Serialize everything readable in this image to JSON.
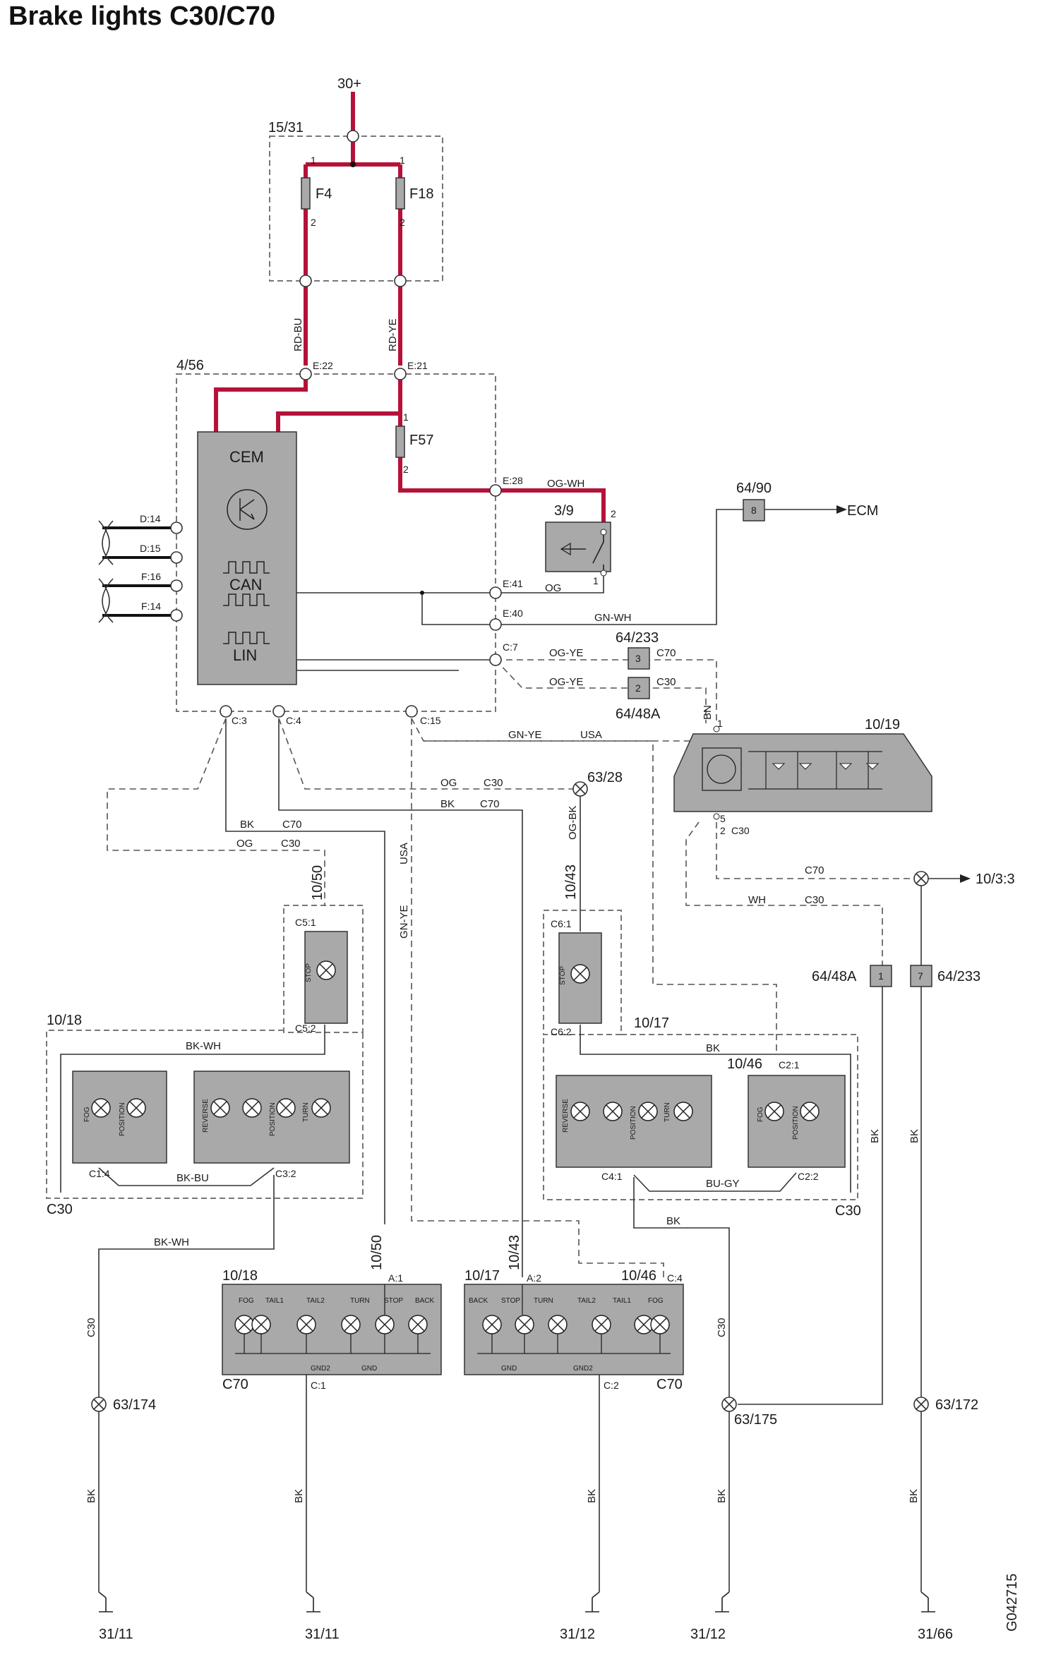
{
  "title": "Brake lights C30/C70",
  "drawing_number": "G042715",
  "supply": "30+",
  "components": {
    "fuse_box": {
      "ref": "15/31",
      "fuses": [
        "F4",
        "F18"
      ],
      "pins_top": [
        "1",
        "1"
      ],
      "pins_bottom": [
        "2",
        "2"
      ]
    },
    "cem": {
      "ref": "4/56",
      "name": "CEM",
      "can_label": "CAN",
      "lin_label": "LIN",
      "connectors": {
        "e22": "E:22",
        "e21": "E:21",
        "e28": "E:28",
        "e41": "E:41",
        "e40": "E:40",
        "c7": "C:7",
        "c3": "C:3",
        "c4": "C:4",
        "c15": "C:15"
      },
      "bus_pins": [
        "D:14",
        "D:15",
        "F:16",
        "F:14"
      ],
      "internal_fuse": {
        "name": "F57",
        "pin_top": "1",
        "pin_bottom": "2"
      }
    },
    "brake_switch": {
      "ref": "3/9",
      "pin_a": "2",
      "pin_b": "1"
    },
    "ecm_connector": {
      "ref": "64/90",
      "pin": "8",
      "target": "ECM"
    },
    "conn_64_233": {
      "ref": "64/233",
      "pin": "3",
      "variant": "C70"
    },
    "conn_64_48a": {
      "ref": "64/48A",
      "pin": "2",
      "variant": "C30"
    },
    "high_stop_light": {
      "ref": "10/19",
      "pin_top": "1",
      "pin_bottom_a": "5",
      "pin_bottom_b": "2",
      "variant": "C30"
    },
    "splice_63_28": {
      "ref": "63/28"
    },
    "link_10_3_3": {
      "ref": "10/3:3",
      "variant": "C70"
    },
    "conn_64_48a_lower": {
      "ref": "64/48A",
      "pin": "1"
    },
    "conn_64_233_lower": {
      "ref": "64/233",
      "pin": "7"
    },
    "c30_left_lamp": {
      "ref": "10/18",
      "stop_ref": "10/50",
      "stop_pin_top": "C5:1",
      "stop_pin_bottom": "C5:2",
      "stop_label": "STOP",
      "bulbs_a": [
        "FOG",
        "POSITION"
      ],
      "bulbs_b": [
        "REVERSE",
        "POSITION",
        "TURN"
      ],
      "pins": [
        "C1:4",
        "C3:2"
      ],
      "variant": "C30"
    },
    "c30_right_lamp": {
      "ref": "10/17",
      "stop_ref": "10/43",
      "stop_pin_top": "C6:1",
      "stop_pin_bottom": "C6:2",
      "stop_label": "STOP",
      "fog_ref": "10/46",
      "fog_pin": "C2:1",
      "bulbs_a": [
        "REVERSE",
        "POSITION",
        "TURN"
      ],
      "bulbs_b": [
        "FOG",
        "POSITION"
      ],
      "pins": [
        "C4:1",
        "C2:2"
      ],
      "variant": "C30"
    },
    "c70_left_lamp": {
      "ref": "10/18",
      "stop_ref": "10/50",
      "pin_top": "A:1",
      "pin_bottom": "C:1",
      "bulbs": [
        "FOG",
        "TAIL1",
        "TAIL2",
        "TURN",
        "STOP",
        "BACK"
      ],
      "gnd": [
        "GND2",
        "GND"
      ],
      "variant": "C70"
    },
    "c70_right_lamp": {
      "ref": "10/17",
      "stop_ref": "10/43",
      "fog_ref": "10/46",
      "pin_top": "A:2",
      "pin_top_fog": "C:4",
      "pin_bottom": "C:2",
      "bulbs": [
        "BACK",
        "STOP",
        "TURN",
        "TAIL2",
        "TAIL1",
        "FOG"
      ],
      "gnd": [
        "GND",
        "GND2"
      ],
      "variant": "C70"
    },
    "grounds": {
      "splices": [
        "63/174",
        "63/175",
        "63/172"
      ],
      "points": [
        "31/11",
        "31/11",
        "31/12",
        "31/12",
        "31/66"
      ]
    }
  },
  "wire_labels": {
    "rd_bu": "RD-BU",
    "rd_ye": "RD-YE",
    "og_wh": "OG-WH",
    "og": "OG",
    "gn_wh": "GN-WH",
    "og_ye": "OG-YE",
    "bn": "BN",
    "gn_ye": "GN-YE",
    "usa": "USA",
    "bk": "BK",
    "og_bk": "OG-BK",
    "wh": "WH",
    "bk_wh": "BK-WH",
    "bk_bu": "BK-BU",
    "bu_gy": "BU-GY",
    "c30": "C30",
    "c70": "C70"
  },
  "colors": {
    "power_wire": "#b5123a",
    "box_fill": "#a9a9a9",
    "line": "#333333"
  }
}
